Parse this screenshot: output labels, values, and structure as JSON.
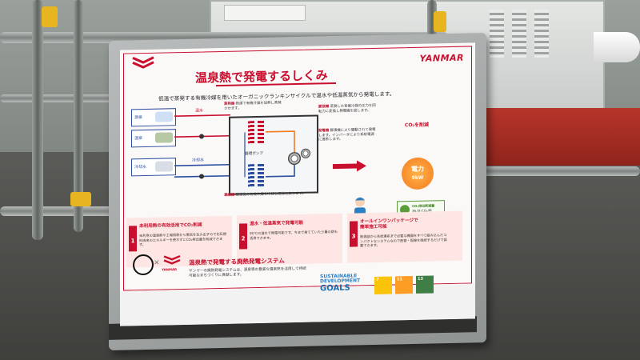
{
  "scene": {
    "colors": {
      "brand_red": "#c8102e",
      "flow_blue": "#2b4ea0",
      "accent_orange": "#f47b20",
      "sdg_green": "#5a9b3a"
    },
    "icons": [
      "chevron-logo-icon",
      "globe-icon",
      "worker-icon",
      "turbine-icon",
      "lightning-icon"
    ]
  },
  "poster": {
    "brand": "YANMAR",
    "title": "温泉熱で発電するしくみ",
    "lead": "低温で蒸発する有機冷媒を用いたオーガニックランキンサイクルで温水や低温蒸気から発電します。",
    "diagram": {
      "sources": [
        {
          "label": "源泉"
        },
        {
          "label": "温泉"
        },
        {
          "label": "冷却水"
        }
      ],
      "flows": {
        "hot": "温水",
        "cool": "冷却水"
      },
      "pump": "循環ポンプ",
      "notes": [
        {
          "key": "蒸発器",
          "text": "熱源で有機冷媒を加熱し蒸発させます。"
        },
        {
          "key": "膨張機",
          "text": "蒸発した有機冷媒の圧力を回転力に変換し発電機を回します。"
        },
        {
          "key": "発電機",
          "text": "膨張機により駆動されて発電します。インバータにより系統電源に連系します。"
        },
        {
          "key": "凝縮器",
          "text": "膨張後の有機冷媒を冷却し液体に戻します。"
        }
      ]
    },
    "co2_callout": "CO₂を削減",
    "power": {
      "label": "電力",
      "value": "9kW"
    },
    "co2_box": {
      "title": "CO₂排出削減量",
      "value": "36.0t-CO₂/年",
      "note": "(杉約4,100本)"
    },
    "features": [
      {
        "num": "1",
        "head": "未利用熱の有効活用でCO₂削減",
        "desc": "未利用の温泉熱や工場排熱から電気を生み出すので化石燃料由来のエネルギーを使わずにCO₂排出量を削減できます。"
      },
      {
        "num": "2",
        "head": "温水・低温蒸気で発電可能",
        "head2": "",
        "desc": "95℃の温水で発電可能です。今まで捨てていた少量の熱も活用できます。"
      },
      {
        "num": "3",
        "head": "オールインワンパッケージで",
        "head2": "簡単施工可能",
        "desc": "熱源部から系統連系まで必要な機器をすべて組み込んだコンパクトなシステムなので配管・配線を接続するだけで設置できます。"
      }
    ],
    "footer": {
      "partner_small": "YANMAR",
      "title": "温泉熱で発電する廃熱発電システム",
      "desc": "ヤンマーの廃熱発電システムは、源泉等の豊富な温泉熱を活用して持続可能なまちづくりに貢献します。",
      "sdg_line1": "SUSTAINABLE",
      "sdg_line2": "DEVELOPMENT",
      "sdg_goals": "GOALS",
      "tiles": [
        {
          "num": "7",
          "color": "#fcc30b"
        },
        {
          "num": "11",
          "color": "#fd9d24"
        },
        {
          "num": "13",
          "color": "#3f7e44"
        }
      ]
    }
  }
}
